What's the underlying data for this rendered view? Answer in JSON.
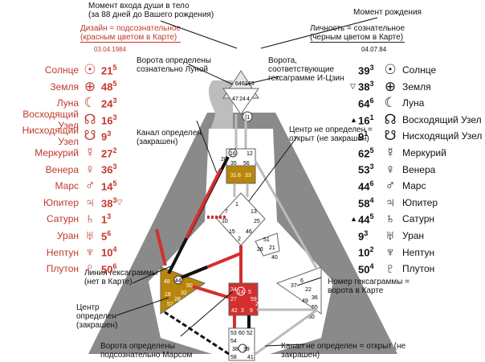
{
  "header": {
    "entry_title": "Момент входа души в тело",
    "entry_sub": "(за 88 дней до Вашего рождения)",
    "birth_title": "Момент рождения",
    "design_l1": "Дизайн = подсознательное",
    "design_l2": "(красным цветом в Карте)",
    "design_date": "03.04.1984",
    "personality_l1": "Личность = сознательное",
    "personality_l2": "(черным цветом в Карте)",
    "personality_date": "04.07.84"
  },
  "left": [
    {
      "name": "Солнце",
      "sym": "☉",
      "gate": "21",
      "line": "5",
      "mark": ""
    },
    {
      "name": "Земля",
      "sym": "⊕",
      "gate": "48",
      "line": "5",
      "mark": ""
    },
    {
      "name": "Луна",
      "sym": "☾",
      "gate": "24",
      "line": "3",
      "mark": ""
    },
    {
      "name": "Восходящий Узел",
      "sym": "☊",
      "gate": "16",
      "line": "3",
      "mark": ""
    },
    {
      "name": "Нисходящий Узел",
      "sym": "☋",
      "gate": "9",
      "line": "3",
      "mark": ""
    },
    {
      "name": "Меркурий",
      "sym": "☿",
      "gate": "27",
      "line": "2",
      "mark": ""
    },
    {
      "name": "Венера",
      "sym": "♀",
      "gate": "36",
      "line": "3",
      "mark": ""
    },
    {
      "name": "Марс",
      "sym": "♂",
      "gate": "14",
      "line": "5",
      "mark": ""
    },
    {
      "name": "Юпитер",
      "sym": "♃",
      "gate": "38",
      "line": "3",
      "mark": "▽"
    },
    {
      "name": "Сатурн",
      "sym": "♄",
      "gate": "1",
      "line": "3",
      "mark": ""
    },
    {
      "name": "Уран",
      "sym": "♅",
      "gate": "5",
      "line": "6",
      "mark": ""
    },
    {
      "name": "Нептун",
      "sym": "♆",
      "gate": "10",
      "line": "4",
      "mark": ""
    },
    {
      "name": "Плутон",
      "sym": "♇",
      "gate": "50",
      "line": "6",
      "mark": ""
    }
  ],
  "right": [
    {
      "name": "Солнце",
      "sym": "☉",
      "gate": "39",
      "line": "3",
      "mark": ""
    },
    {
      "name": "Земля",
      "sym": "⊕",
      "gate": "38",
      "line": "3",
      "mark": "▽"
    },
    {
      "name": "Луна",
      "sym": "☾",
      "gate": "64",
      "line": "6",
      "mark": ""
    },
    {
      "name": "Восходящий Узел",
      "sym": "☊",
      "gate": "16",
      "line": "1",
      "mark": "▲"
    },
    {
      "name": "Нисходящий Узел",
      "sym": "☋",
      "gate": "9",
      "line": "1",
      "mark": ""
    },
    {
      "name": "Меркурий",
      "sym": "☿",
      "gate": "62",
      "line": "5",
      "mark": ""
    },
    {
      "name": "Венера",
      "sym": "♀",
      "gate": "53",
      "line": "3",
      "mark": ""
    },
    {
      "name": "Марс",
      "sym": "♂",
      "gate": "44",
      "line": "6",
      "mark": ""
    },
    {
      "name": "Юпитер",
      "sym": "♃",
      "gate": "58",
      "line": "4",
      "mark": ""
    },
    {
      "name": "Сатурн",
      "sym": "♄",
      "gate": "44",
      "line": "5",
      "mark": "▲"
    },
    {
      "name": "Уран",
      "sym": "♅",
      "gate": "9",
      "line": "3",
      "mark": ""
    },
    {
      "name": "Нептун",
      "sym": "♆",
      "gate": "10",
      "line": "2",
      "mark": ""
    },
    {
      "name": "Плутон",
      "sym": "♇",
      "gate": "50",
      "line": "4",
      "mark": ""
    }
  ],
  "annotations": {
    "moon_gate": "Ворота определены сознательно Луной",
    "iching_gate": "Ворота, соответствующие гексаграмме И-Цзин",
    "channel_defined": "Канал определен (закрашен)",
    "center_open": "Центр не определен = открыт (не закрашен)",
    "hexagram_line": "Линия гексаграммы (нет в Карте)",
    "center_defined": "Центр определен (закрашен)",
    "hexagram_number": "Номер гексаграммы = ворота в Карте",
    "mars_gates": "Ворота определены подсознательно Марсом",
    "channel_open": "Канал не определен = открыт (не закрашен)"
  },
  "bodygraph": {
    "gates": [
      "64",
      "61",
      "63",
      "47",
      "24",
      "4",
      "11",
      "16",
      "12",
      "31",
      "8",
      "33",
      "35",
      "56",
      "20",
      "7",
      "1",
      "13",
      "25",
      "2",
      "10",
      "15",
      "46",
      "51",
      "21",
      "26",
      "40",
      "44",
      "50",
      "32",
      "28",
      "18",
      "48",
      "57",
      "6",
      "37",
      "22",
      "36",
      "49",
      "55",
      "27",
      "34",
      "59",
      "5",
      "14",
      "29",
      "42",
      "3",
      "9",
      "53",
      "60",
      "52",
      "54",
      "38",
      "58",
      "39",
      "19",
      "41",
      "30"
    ],
    "colors": {
      "head": "#e0e0e0",
      "throat": "#b8860b",
      "center_def": "#d32f2f",
      "spleen": "#b8860b",
      "design": "#d32f2f",
      "personality": "#111111"
    }
  }
}
